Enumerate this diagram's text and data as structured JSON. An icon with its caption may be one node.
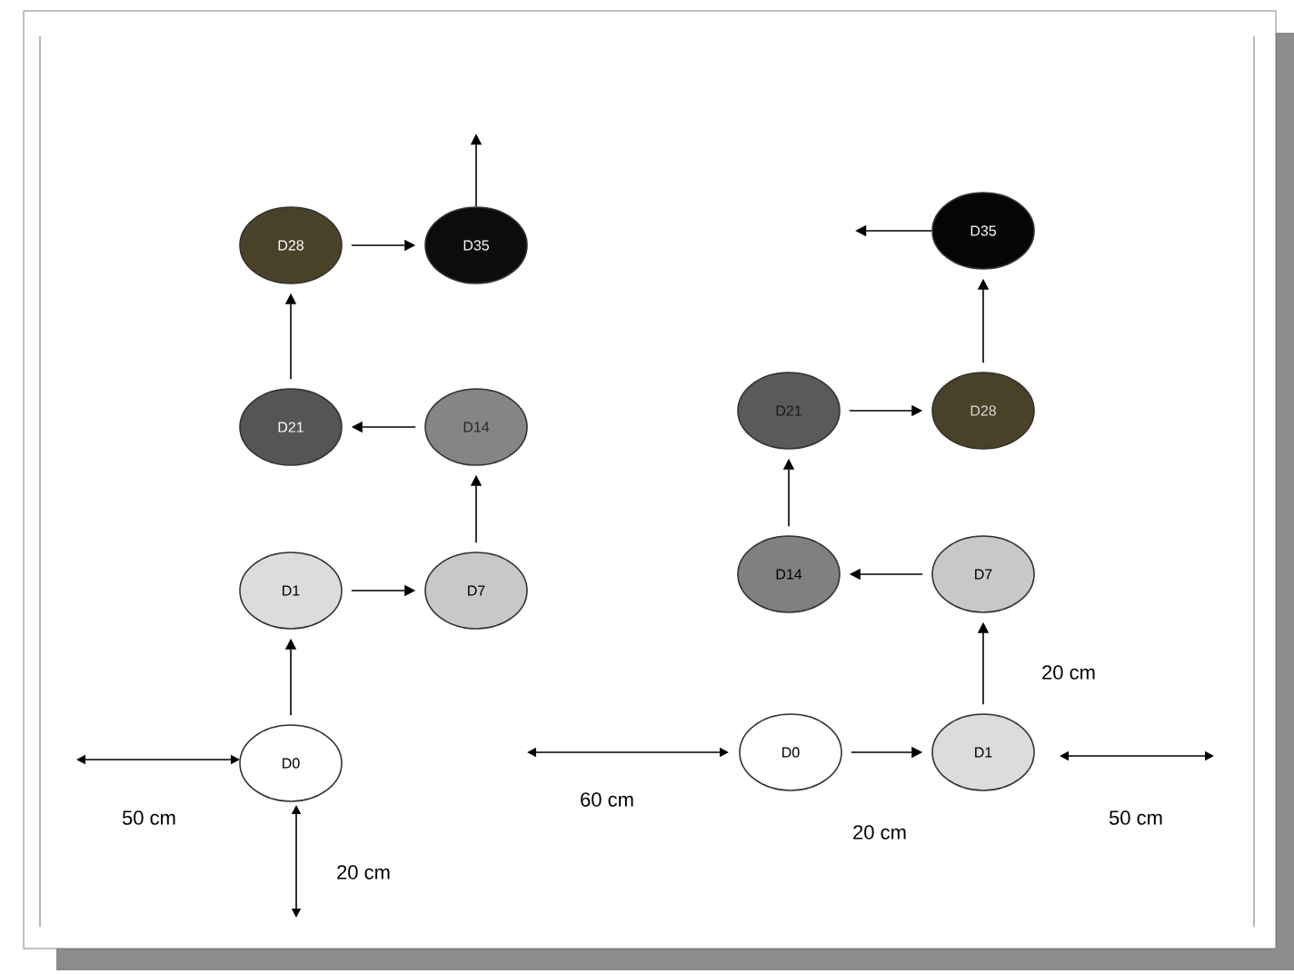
{
  "diagram": {
    "nodes": [
      {
        "text": [
          "D0"
        ]
      },
      {
        "text": [
          "D1"
        ]
      },
      {
        "text": [
          "D7"
        ]
      },
      {
        "text": [
          "D14"
        ]
      },
      {
        "text": [
          "D21"
        ]
      },
      {
        "text": [
          "D28"
        ]
      },
      {
        "text": [
          "D35"
        ]
      },
      {
        "text": [
          "D0"
        ]
      },
      {
        "text": [
          "D1"
        ]
      },
      {
        "text": [
          "D7"
        ]
      },
      {
        "text": [
          "D14"
        ]
      },
      {
        "text": [
          "D21"
        ]
      },
      {
        "text": [
          "D28"
        ]
      },
      {
        "text": [
          "D35"
        ]
      }
    ],
    "edges": [
      {
        "from": 0,
        "to": 1,
        "arrow": "to"
      },
      {
        "from": 1,
        "to": 2,
        "arrow": "to"
      },
      {
        "from": 2,
        "to": 3,
        "arrow": "to"
      },
      {
        "from": 3,
        "to": 4,
        "arrow": "to"
      },
      {
        "from": 4,
        "to": 5,
        "arrow": "to"
      },
      {
        "from": 5,
        "to": 6,
        "arrow": "to"
      },
      {
        "from": 6,
        "to": null,
        "arrow": "to"
      },
      {
        "from": 7,
        "to": 8,
        "arrow": "to"
      },
      {
        "from": 8,
        "to": 9,
        "arrow": "to"
      },
      {
        "from": 9,
        "to": 10,
        "arrow": "to"
      },
      {
        "from": 10,
        "to": 11,
        "arrow": "to"
      },
      {
        "from": 11,
        "to": 12,
        "arrow": "to"
      },
      {
        "from": 12,
        "to": 13,
        "arrow": "to"
      },
      {
        "from": 13,
        "to": null,
        "arrow": "to"
      }
    ],
    "labels": [
      "50 cm",
      "20 cm",
      "20 cm",
      "60 cm",
      "50 cm",
      "20 cm"
    ]
  }
}
